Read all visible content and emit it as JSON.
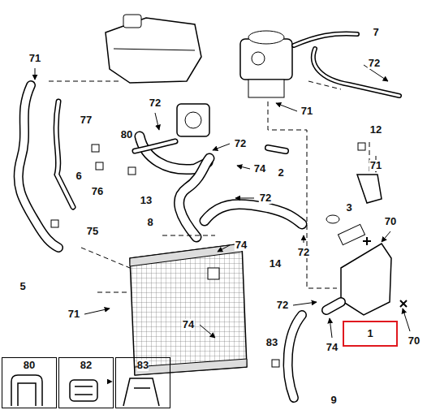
{
  "diagram": {
    "nodes": [
      {
        "text": [
          "1"
        ]
      },
      {
        "text": [
          "80"
        ]
      },
      {
        "text": [
          "82"
        ]
      },
      {
        "text": [
          "83"
        ]
      }
    ],
    "labels": [
      "71",
      "7",
      "72",
      "72",
      "71",
      "77",
      "80",
      "72",
      "12",
      "74",
      "2",
      "71",
      "6",
      "76",
      "13",
      "72",
      "3",
      "70",
      "8",
      "75",
      "74",
      "72",
      "14",
      "5",
      "72",
      "71",
      "74",
      "83",
      "74",
      "70",
      "9"
    ]
  }
}
